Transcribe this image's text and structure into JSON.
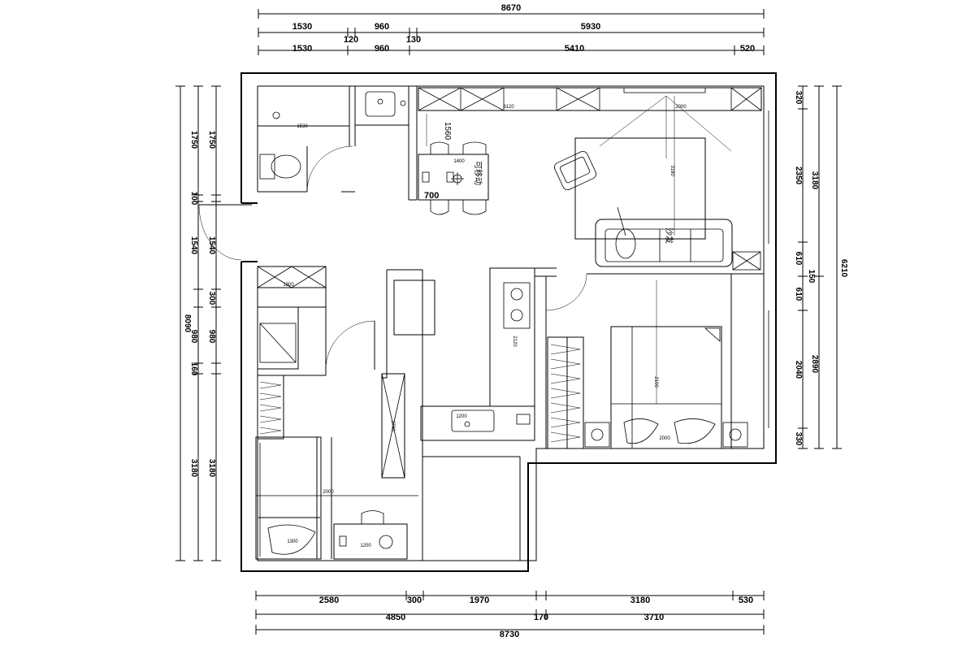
{
  "dimensions": {
    "top_total": "8670",
    "top_row1": [
      "1530",
      "120",
      "960",
      "130",
      "5930"
    ],
    "top_row2": [
      "1530",
      "960",
      "5410",
      "520"
    ],
    "bottom_row1": [
      "2580",
      "300",
      "1970",
      "3180",
      "530"
    ],
    "bottom_row2": [
      "4850",
      "170",
      "3710"
    ],
    "bottom_total": "8730",
    "left_total": "8090",
    "left_outer": [
      "1750",
      "1540",
      "3180"
    ],
    "left_inner": [
      "1750",
      "100",
      "1540",
      "300",
      "980",
      "160",
      "3180"
    ],
    "left_extra": "980",
    "right_inner": [
      "320",
      "2350",
      "610",
      "150",
      "610",
      "2040",
      "330"
    ],
    "right_mid": [
      "3180",
      "2890"
    ],
    "right_total": "6210"
  },
  "room_labels": {
    "dining": "700",
    "dining_dim": "1560",
    "dining_note": "可移动",
    "sofa": "沙发"
  },
  "small_labels": {
    "bath_counter": "1530",
    "tv_cabinet": "3120",
    "tv_cabinet_2": "2000",
    "living_depth": "3180",
    "table_length": "1400",
    "shoe_cabinet": "1300",
    "kitchen_counter": "2120",
    "kitchen_sink": "1200",
    "master_bed": "2100",
    "master_wardrobe": "2000",
    "second_wardrobe": "2000",
    "second_bed": "1300",
    "second_desk": "1200",
    "corridor_cabinet": "1700"
  }
}
